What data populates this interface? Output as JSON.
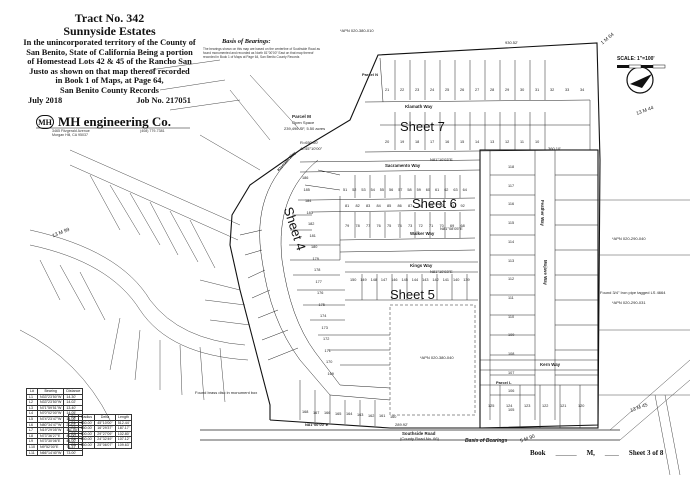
{
  "title": {
    "tract": "Tract No. 342",
    "name": "Sunnyside Estates",
    "desc_lines": [
      "In the unincorporated territory of the County of",
      "San Benito, State of California Being a portion",
      "of Homestead Lots 42 & 45 of the Rancho San",
      "Justo as shown on that map thereof recorded",
      "in Book 1 of Maps, at Page 64,",
      "San Benito County Records"
    ],
    "date": "July 2018",
    "job": "Job No. 217051"
  },
  "company": {
    "mark": "MH",
    "name": "MH engineering Co.",
    "address": [
      "3465 Fitzgerald Avenue",
      "Morgan Hill, CA 95037"
    ],
    "phone": "(408) 779-7381"
  },
  "basis": {
    "heading": "Basis of Bearings:",
    "note": "The bearings shown on this map are based on the centerline of Southside Road as found monumented and recorded as North 81°00'00\" East on that map thereof recorded in Book 1 of Maps at Page 64, San Benito County Records",
    "bottom_label": "Basis of Bearings"
  },
  "sheets": {
    "s7": "Sheet 7",
    "s6": "Sheet 6",
    "s5": "Sheet 5",
    "s4": "Sheet 4"
  },
  "streets": {
    "klamath": "Klamath Way",
    "sacramento": "Sacramento Way",
    "walker": "Walker Way",
    "kings": "Kings Way",
    "kern": "Kern Way",
    "mojave": "Mojave Way",
    "feather": "Feather Way",
    "southside": "Southside Road",
    "southside_sub": "(County Road No. 66)"
  },
  "parcels": {
    "m": "Parcel M",
    "m_sub": "Open Space",
    "m_area": "239,496 SF, 5.50 acres",
    "n": "Parcel N",
    "l": "Parcel L"
  },
  "scale_label": "SCALE: 1\"=100'",
  "north_label": "N",
  "footer": {
    "book": "Book",
    "m": "M,",
    "sheet": "Sheet 3 of 8"
  },
  "line_table": {
    "headers": [
      "L#",
      "Bearing",
      "Distance"
    ],
    "rows": [
      [
        "L1",
        "N33°23'50\"W",
        "14.30'"
      ],
      [
        "L2",
        "N33°23'50\"W",
        "14.02'"
      ],
      [
        "L3",
        "N71°59'51\"W",
        "13.40'"
      ],
      [
        "L4",
        "N70°02'00\"W",
        "14.05'"
      ],
      [
        "L5",
        "N74°23'47\"W",
        "14.06'"
      ],
      [
        "L6",
        "N80°34'47\"W",
        "20.07'"
      ],
      [
        "L7",
        "N19°29'05\"W",
        "111.00'"
      ],
      [
        "L8",
        "N73°36'27\"E",
        "42.00'"
      ],
      [
        "L9",
        "N73°30'06\"E",
        "44.00'"
      ],
      [
        "L10",
        "N9°52'00\"E",
        "71.37'"
      ],
      [
        "L11",
        "N66°14'40\"W",
        "73.00'"
      ]
    ]
  },
  "curve_table": {
    "headers": [
      "C#",
      "Radius",
      "Delta",
      "Length"
    ],
    "rows": [
      [
        "C1",
        "650.00'",
        "45°10'00\"",
        "512.44'"
      ],
      [
        "C2",
        "650.00'",
        "16°29'37\"",
        "187.17'"
      ],
      [
        "C3",
        "200.00'",
        "29°27'09\"",
        "102.80'"
      ],
      [
        "C4",
        "250.00'",
        "24°32'49\"",
        "107.12'"
      ],
      [
        "C5",
        "250.00'",
        "25°06'07\"",
        "109.63'"
      ]
    ]
  },
  "lots": {
    "sheet7_top": [
      "21",
      "22",
      "23",
      "24",
      "25",
      "26",
      "27",
      "28",
      "29",
      "30",
      "31",
      "32",
      "33",
      "34"
    ],
    "sheet7_bot": [
      "20",
      "19",
      "18",
      "17",
      "16",
      "15",
      "14",
      "13",
      "12",
      "11",
      "10"
    ],
    "sheet6_r1": [
      "51",
      "52",
      "53",
      "54",
      "55",
      "56",
      "57",
      "58",
      "59",
      "60",
      "61",
      "62",
      "63",
      "64"
    ],
    "sheet6_r2": [
      "81",
      "82",
      "83",
      "84",
      "85",
      "86",
      "87",
      "88",
      "89",
      "90",
      "91",
      "92"
    ],
    "sheet6_r3": [
      "79",
      "78",
      "77",
      "76",
      "75",
      "74",
      "73",
      "72",
      "71",
      "70",
      "69",
      "68"
    ],
    "sheet5_r1": [
      "150",
      "149",
      "148",
      "147",
      "146",
      "145",
      "144",
      "143",
      "142",
      "141",
      "140",
      "139"
    ],
    "right_col": [
      "118",
      "117",
      "116",
      "115",
      "114",
      "113",
      "112",
      "111",
      "110",
      "109",
      "108",
      "107",
      "106",
      "105"
    ],
    "bottom_row": [
      "168",
      "167",
      "166",
      "165",
      "164",
      "163",
      "162",
      "161",
      "160"
    ],
    "sheet4": [
      "186",
      "185",
      "184",
      "183",
      "182",
      "181",
      "180",
      "179",
      "178",
      "177",
      "176",
      "175",
      "174",
      "173",
      "172",
      "171",
      "170",
      "169"
    ],
    "bl_row": [
      "125",
      "124",
      "123",
      "122",
      "121",
      "120"
    ]
  },
  "labels": {
    "parcel_m_radius": "R=650.00'",
    "parcel_m_delta": "Δ=45°10'00\"",
    "walker_sub": "N81°08'05\"E",
    "kings_sub": "N81°10'03\"E",
    "southside_bearing": "N81°00'00\"E",
    "bearing_sacramento": "N81°10'03\"E",
    "apn_top": "*APN 020-380-010",
    "apn_right": "*APN 020-290-040",
    "apn_right2": "*APN 020-290-031",
    "apn_bot": "*APN 020-380-040",
    "dist_bottom": "289.92'",
    "dist_right": "360.10'",
    "dist_top": "930.52'",
    "found_note": "Found 3/4\" Iron pipe tagged LS 4664",
    "found_mon": "Found brass disc in monument box",
    "road_desc": "13 M 99",
    "road_desc2": "13 M 44",
    "road_desc3": "13 M 45",
    "road_desc4": "5 M 90",
    "road_desc5": "1 M 64"
  },
  "colors": {
    "ink": "#111111",
    "paper": "#ffffff"
  }
}
